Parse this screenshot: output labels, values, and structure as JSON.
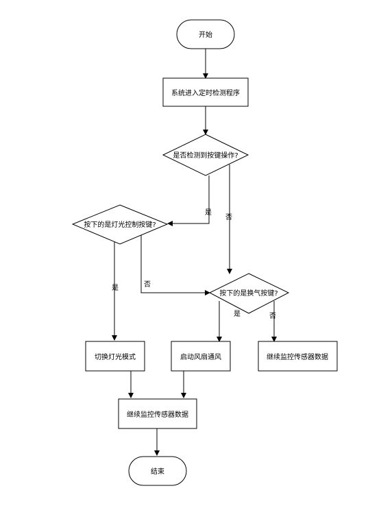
{
  "nodes": {
    "start": "开始",
    "enter_detect": "系统进入定时检测程序",
    "key_detected": "是否检测到按键操作?",
    "light_key": "按下的是灯光控制按键?",
    "vent_key": "按下的是换气按键?",
    "switch_light": "切换灯光模式",
    "start_fan": "启动风扇通风",
    "continue_monitor_right": "继续监控传感器数据",
    "continue_monitor_bottom": "继续监控传感器数据",
    "end": "结束"
  },
  "edge_labels": {
    "key_yes": "是",
    "key_no": "否",
    "light_yes": "是",
    "light_no": "否",
    "vent_yes": "是",
    "vent_no": "否"
  }
}
